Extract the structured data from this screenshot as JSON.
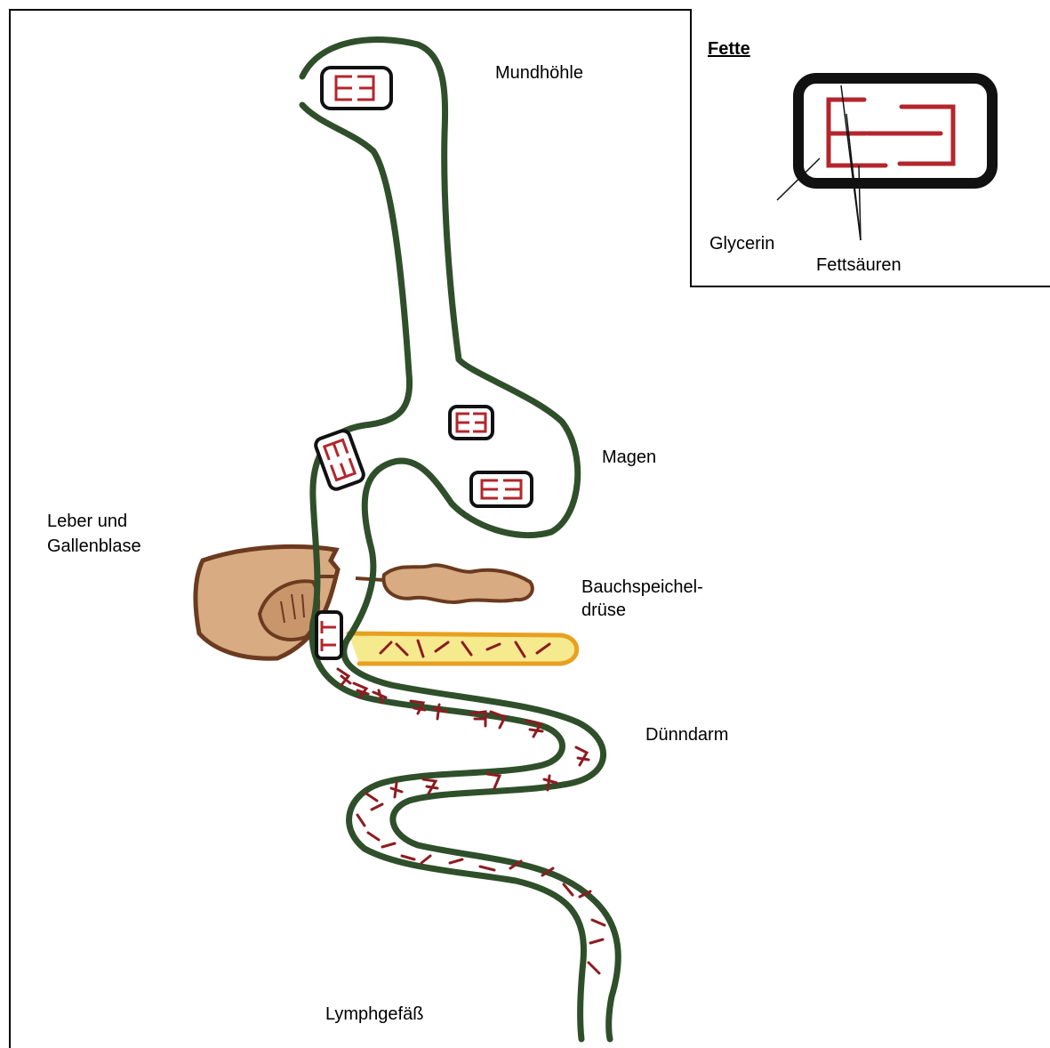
{
  "labels": {
    "mundhoehle": "Mundhöhle",
    "magen": "Magen",
    "leber_line1": "Leber und",
    "leber_line2": "Gallenblase",
    "bauch_line1": "Bauchspeichel-",
    "bauch_line2": "drüse",
    "duenndarm": "Dünndarm",
    "lymphgefaess": "Lymphgefäß"
  },
  "inset": {
    "title": "Fette",
    "glycerin": "Glycerin",
    "fettsaeuren": "Fettsäuren"
  },
  "colors": {
    "tract": "#2f4f2a",
    "fat": "#b3262c",
    "liver": "#d8ab82",
    "liver_outline": "#6b3a1f",
    "lymph_fill": "#f3e88a",
    "lymph_outline": "#e8a020"
  }
}
